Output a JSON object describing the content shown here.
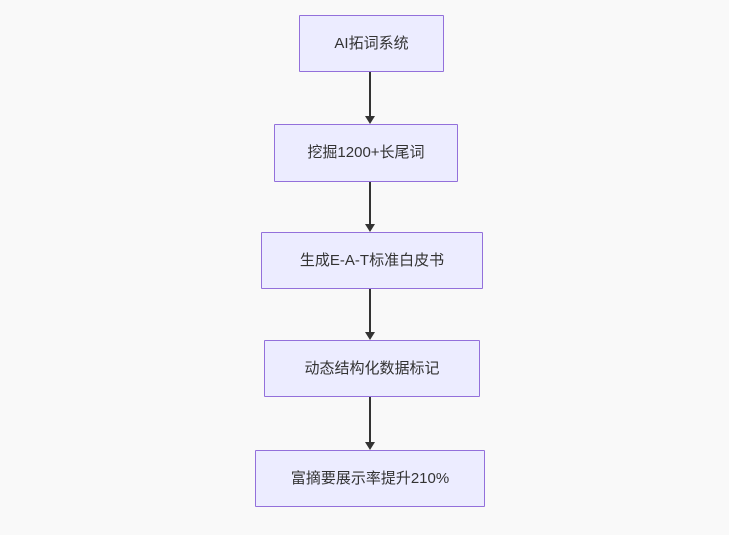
{
  "diagram": {
    "type": "flowchart",
    "direction": "top-down"
  },
  "nodes": [
    {
      "id": "A",
      "label": "AI拓词系统"
    },
    {
      "id": "B",
      "label": "挖掘1200+长尾词"
    },
    {
      "id": "C",
      "label": "生成E-A-T标准白皮书"
    },
    {
      "id": "D",
      "label": "动态结构化数据标记"
    },
    {
      "id": "E",
      "label": "富摘要展示率提升210%"
    }
  ],
  "edges": [
    {
      "from": "A",
      "to": "B"
    },
    {
      "from": "B",
      "to": "C"
    },
    {
      "from": "C",
      "to": "D"
    },
    {
      "from": "D",
      "to": "E"
    }
  ],
  "colors": {
    "background": "#f9f9f9",
    "node_fill": "#ececff",
    "node_border": "#9370db",
    "node_text": "#333333",
    "arrow": "#333333"
  }
}
